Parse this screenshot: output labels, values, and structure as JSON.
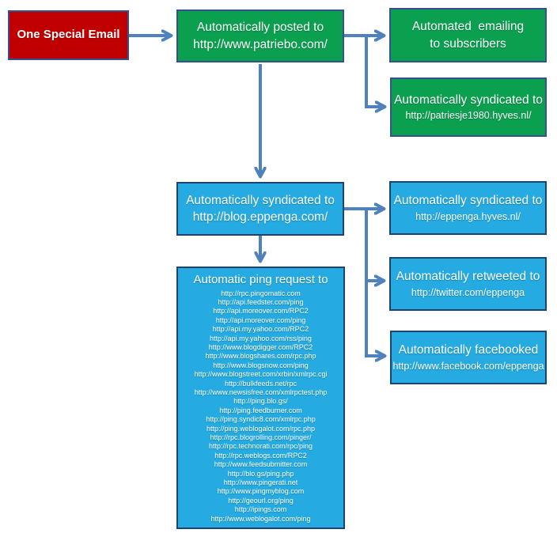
{
  "diagram": {
    "type": "flowchart",
    "colors": {
      "source_fill": "#c00000",
      "green_fill": "#0aa04f",
      "blue_fill": "#25aae1",
      "green_red_border": "#35508f",
      "blue_border": "#1d4370",
      "arrow": "#4f81bd",
      "text": "#ffffff",
      "background": "#ffffff"
    }
  },
  "nodes": {
    "source": {
      "label": "One Special Email"
    },
    "posted": {
      "line1": "Automatically posted to",
      "line2": "http://www.patriebo.com/"
    },
    "emailing": {
      "line1": "Automated  emailing",
      "line2": "to subscribers"
    },
    "patriesje": {
      "line1": "Automatically syndicated to",
      "url": "http://patriesje1980.hyves.nl/"
    },
    "blog": {
      "line1": "Automatically syndicated to",
      "line2": "http://blog.eppenga.com/"
    },
    "hyves": {
      "line1": "Automatically syndicated to",
      "url": "http://eppenga.hyves.nl/"
    },
    "twitter": {
      "line1": "Automatically retweeted to",
      "url": "http://twitter.com/eppenga"
    },
    "facebook": {
      "line1": "Automatically facebooked",
      "url": "http://www.facebook.com/eppenga"
    },
    "ping": {
      "title": "Automatic ping request to",
      "urls": [
        "http://rpc.pingomatic.com",
        "http://api.feedster.com/ping",
        "http://api.moreover.com/RPC2",
        "http://api.moreover.com/ping",
        "http://api.my.yahoo.com/RPC2",
        "http://api.my.yahoo.com/rss/ping",
        "http://www.blogdigger.com/RPC2",
        "http://www.blogshares.com/rpc.php",
        "http://www.blogsnow.com/ping",
        "http://www.blogstreet.com/xrbin/xmlrpc.cgi",
        "http://bulkfeeds.net/rpc",
        "http://www.newsisfree.com/xmlrpctest.php",
        "http://ping.blo.gs/",
        "http://ping.feedburner.com",
        "http://ping.syndic8.com/xmlrpc.php",
        "http://ping.weblogalot.com/rpc.php",
        "http://rpc.blogrolling.com/pinger/",
        "http://rpc.technorati.com/rpc/ping",
        "http://rpc.weblogs.com/RPC2",
        "http://www.feedsubmitter.com",
        "http://blo.gs/ping.php",
        "http://www.pingerati.net",
        "http://www.pingmyblog.com",
        "http://geourl.org/ping",
        "http://ipings.com",
        "http://www.weblogalot.com/ping"
      ]
    }
  }
}
